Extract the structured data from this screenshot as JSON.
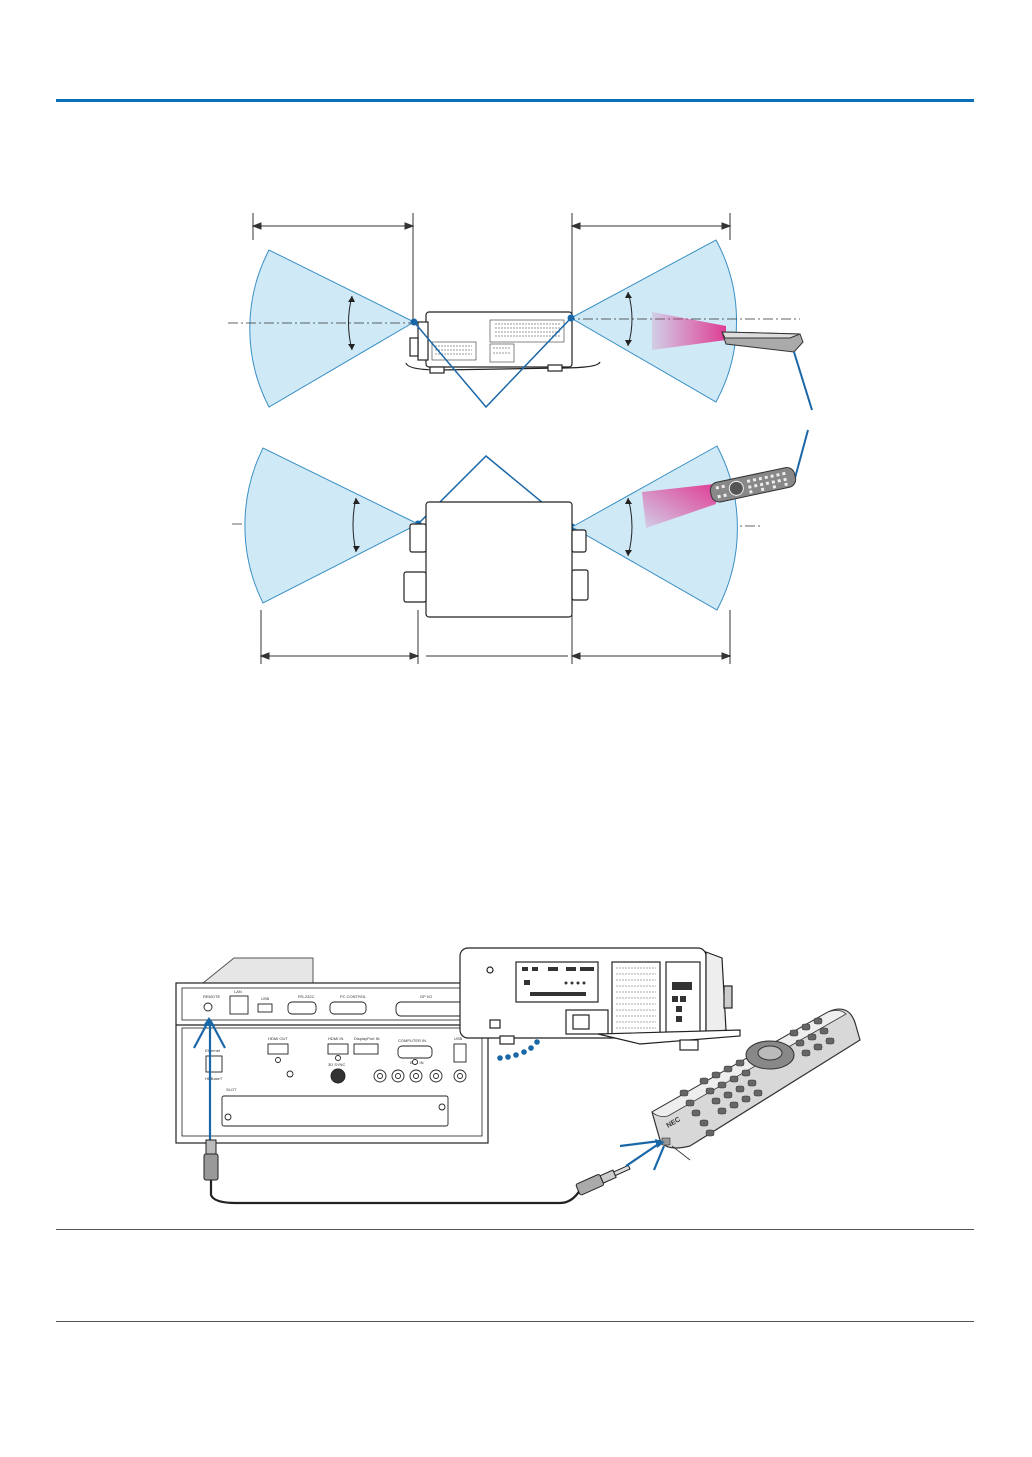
{
  "colors": {
    "accent_rule": "#0a6fb5",
    "reception_area_fill": "#cfe9f7",
    "reception_area_stroke": "#3a8fc4",
    "pointer_line": "#1a67a8",
    "ir_beam": "#e0358f",
    "cable_dots": "#1a67a8"
  },
  "diagram": {
    "panel_labels": {
      "remote": "REMOTE",
      "lan": "LAN",
      "usb": "USB",
      "rs232": "RS-232C",
      "pc_control": "PC CONTROL",
      "gpio": "GP I/O",
      "hdmi_out": "HDMI OUT",
      "hdmi_in": "HDMI IN",
      "displayport_in": "DisplayPort IN",
      "computer_in": "COMPUTER IN",
      "usb2": "USB",
      "ethernet": "Ethernet",
      "hdbaset": "HDBaseT",
      "sync_3d": "3D SYNC",
      "bnc_in": "BNC IN",
      "slot": "SLOT"
    },
    "remote_brand": "NEC"
  }
}
